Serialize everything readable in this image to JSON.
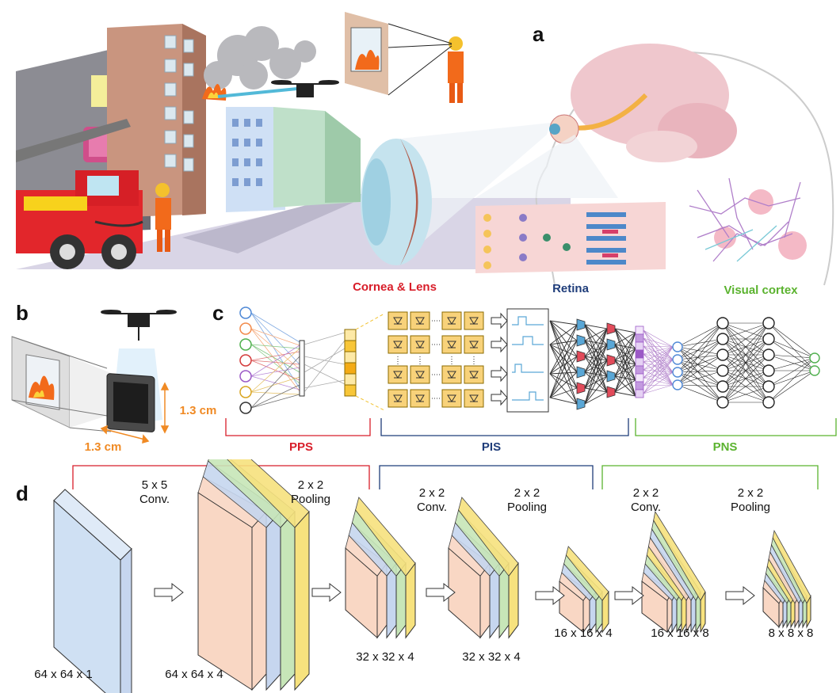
{
  "panels": {
    "a": "a",
    "b": "b",
    "c": "c",
    "d": "d"
  },
  "panel_a": {
    "labels": [
      {
        "text": "Cornea & Lens",
        "color": "#d81e2a"
      },
      {
        "text": "Retina",
        "color": "#1f3d7a"
      },
      {
        "text": "Visual cortex",
        "color": "#5bb32f"
      }
    ]
  },
  "panel_b": {
    "height_label": "1.3 cm",
    "width_label": "1.3 cm",
    "dim_color": "#f08a24"
  },
  "panel_c": {
    "groups": [
      {
        "text": "PPS",
        "color": "#d81e2a"
      },
      {
        "text": "PIS",
        "color": "#1f3d7a"
      },
      {
        "text": "PNS",
        "color": "#5bb32f"
      }
    ]
  },
  "panel_d": {
    "operations": [
      {
        "line1": "5 x 5",
        "line2": "Conv."
      },
      {
        "line1": "2 x 2",
        "line2": "Pooling"
      },
      {
        "line1": "2 x 2",
        "line2": "Conv."
      },
      {
        "line1": "2 x 2",
        "line2": "Pooling"
      },
      {
        "line1": "2 x 2",
        "line2": "Conv."
      },
      {
        "line1": "2 x 2",
        "line2": "Pooling"
      }
    ],
    "tensor_sizes": [
      "64 x 64 x 1",
      "64 x 64 x 4",
      "32 x 32 x 4",
      "32 x 32 x 4",
      "16 x 16 x 4",
      "16 x 16 x 8",
      "8 x 8 x 8"
    ],
    "layer_colors": [
      "#f9d7c4",
      "#c6d6ef",
      "#c7e6b8",
      "#f7e27e"
    ]
  }
}
